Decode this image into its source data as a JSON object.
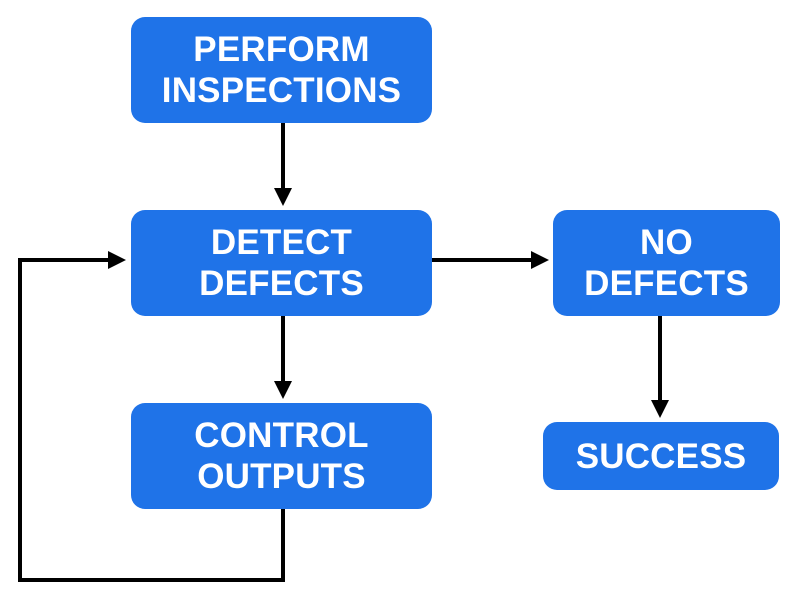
{
  "diagram": {
    "type": "flowchart",
    "colors": {
      "node_fill": "#1f73e8",
      "node_text": "#ffffff",
      "edge": "#000000",
      "background": "#ffffff"
    },
    "nodes": {
      "perform_inspections": "PERFORM\nINSPECTIONS",
      "detect_defects": "DETECT\nDEFECTS",
      "control_outputs": "CONTROL\nOUTPUTS",
      "no_defects": "NO\nDEFECTS",
      "success": "SUCCESS"
    },
    "edges": [
      {
        "from": "perform_inspections",
        "to": "detect_defects"
      },
      {
        "from": "detect_defects",
        "to": "control_outputs"
      },
      {
        "from": "detect_defects",
        "to": "no_defects"
      },
      {
        "from": "no_defects",
        "to": "success"
      },
      {
        "from": "control_outputs",
        "to": "detect_defects"
      }
    ]
  }
}
